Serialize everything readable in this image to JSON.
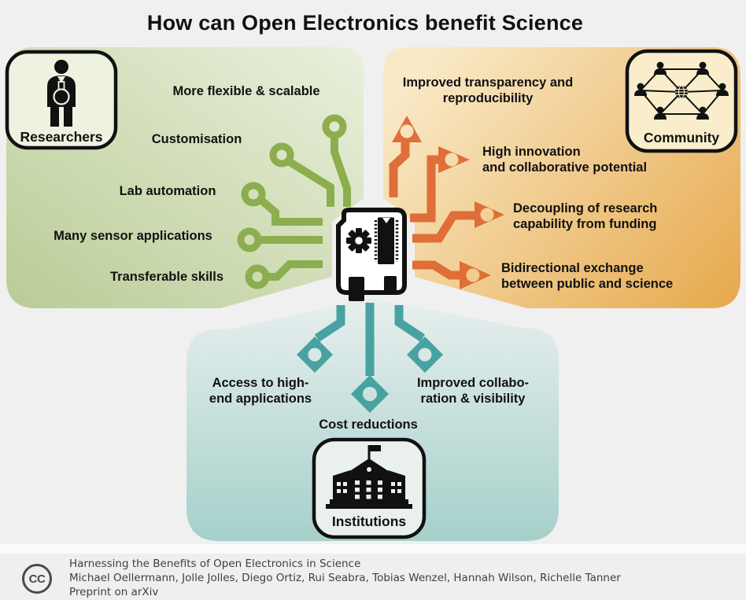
{
  "title": "How can Open Electronics benefit Science",
  "colors": {
    "bg": "#f0f0f1",
    "ink": "#111111",
    "green-region-light": "#eaf0dc",
    "green-region-dark": "#b9cc96",
    "green-trace": "#8cae4e",
    "orange-region-light": "#f9e9c6",
    "orange-region-dark": "#e7ab51",
    "orange-trace": "#df6e38",
    "teal-region-light": "#e7efee",
    "teal-region-dark": "#a6d0ca",
    "teal-trace": "#49a2a2",
    "researchers-badge-fill": "#edf3e0",
    "community-badge-fill": "#f9edcb",
    "institutions-badge-fill": "#e9f0ed"
  },
  "groups": {
    "researchers": {
      "label": "Researchers",
      "benefits": [
        "More flexible & scalable",
        "Customisation",
        "Lab automation",
        "Many sensor applications",
        "Transferable skills"
      ]
    },
    "community": {
      "label": "Community",
      "benefits": [
        "Improved transparency and\nreproducibility",
        "High innovation\nand collaborative potential",
        "Decoupling of research\ncapability from funding",
        "Bidirectional exchange\nbetween public and science"
      ]
    },
    "institutions": {
      "label": "Institutions",
      "benefits": [
        "Access to high-\nend applications",
        "Cost reductions",
        "Improved collabo-\nration & visibility"
      ]
    }
  },
  "footer": {
    "license_label": "CC",
    "line1": "Harnessing the Benefits of Open Electronics in Science",
    "line2": "Michael Oellermann, Jolle Jolles, Diego Ortiz, Rui Seabra, Tobias Wenzel, Hannah Wilson, Richelle Tanner",
    "line3": "Preprint on arXiv"
  }
}
